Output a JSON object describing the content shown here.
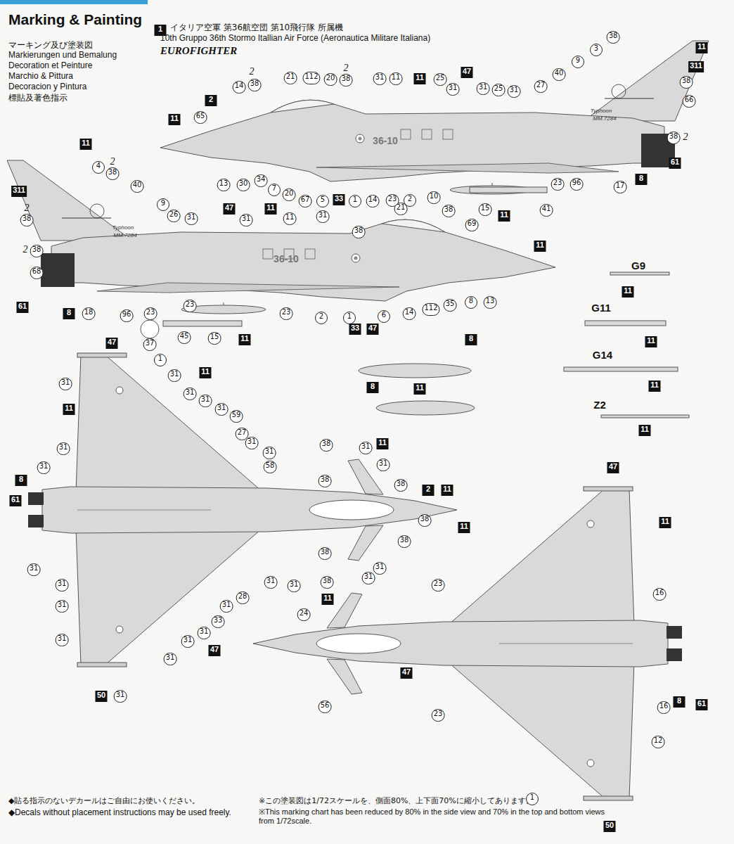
{
  "diagram": {
    "title": "Marking & Painting",
    "labels": [
      "マーキング及び塗装図",
      "Markierungen und Bemalung",
      "Decoration et Peinture",
      "Marchio & Pittura",
      "Decoracion y Pintura",
      "標貼及著色指示",
      "1",
      "イタリア空軍 第36航空団 第10飛行隊 所属機",
      "10th Gruppo 36th Stormo Itallian Air Force (Aeronautica Militare Italiana)",
      "EUROFIGHTER",
      "◆貼る指示のないデカールはご自由にお使いください。",
      "◆Decals without placement instructions may be used freely.",
      "※この塗装図は1/72スケールを、側面80%、上下面70%に縮小してあります。",
      "※This marking chart has been reduced by 80% in the side view and 70% in the top and bottom views from 1/72scale.",
      "Typhoon",
      "MM.7284",
      "36-10",
      "Typhoon",
      "MM.7284",
      "36-10",
      "G9",
      "11",
      "G11",
      "11",
      "G14",
      "11",
      "Z2",
      "11",
      "8",
      "11",
      "8",
      "2",
      "38",
      "14",
      "2",
      "21",
      "112",
      "20",
      "2",
      "38",
      "31",
      "11",
      "11",
      "25",
      "31",
      "47",
      "31",
      "25",
      "31",
      "38",
      "3",
      "9",
      "40",
      "27",
      "11",
      "311",
      "38",
      "66",
      "38",
      "2",
      "11",
      "65",
      "61",
      "8",
      "13",
      "30",
      "34",
      "7",
      "20",
      "67",
      "5",
      "33",
      "1",
      "14",
      "23",
      "2",
      "10",
      "23",
      "96",
      "17",
      "15",
      "11",
      "41",
      "11",
      "4",
      "2",
      "38",
      "40",
      "311",
      "9",
      "2",
      "38",
      "26",
      "31",
      "47",
      "31",
      "11",
      "11",
      "31",
      "38",
      "21",
      "38",
      "69",
      "11",
      "2",
      "38",
      "68",
      "61",
      "8",
      "18",
      "96",
      "23",
      "23",
      "2",
      "1",
      "33",
      "47",
      "6",
      "14",
      "112",
      "35",
      "8",
      "13",
      "23",
      "45",
      "37",
      "15",
      "11",
      "47",
      "1",
      "31",
      "11",
      "31",
      "31",
      "31",
      "31",
      "59",
      "27",
      "31",
      "31",
      "58",
      "11",
      "31",
      "31",
      "8",
      "61",
      "31",
      "31",
      "31",
      "31",
      "31",
      "31",
      "31",
      "33",
      "31",
      "28",
      "47",
      "31",
      "31",
      "50",
      "31",
      "38",
      "31",
      "11",
      "31",
      "38",
      "38",
      "2",
      "11",
      "38",
      "38",
      "38",
      "31",
      "38",
      "31",
      "47",
      "11",
      "11",
      "11",
      "23",
      "24",
      "56",
      "47",
      "23",
      "16",
      "16",
      "12",
      "8",
      "61",
      "1",
      "50"
    ]
  }
}
